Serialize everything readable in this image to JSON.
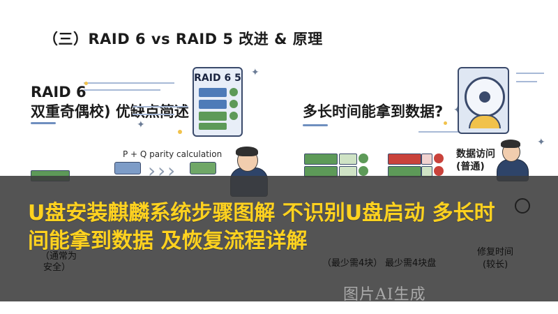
{
  "title": "（三）RAID 6 vs RAID 5 改进 & 原理",
  "left": {
    "heading_line1": "RAID 6",
    "heading_line2": "双重奇偶校) 优缺点简述",
    "server_label": "RAID 6 5",
    "pq_label": "P + Q parity calculation",
    "under_labels": [
      "（通常为",
      "安全）",
      "（最少需4块）"
    ]
  },
  "right": {
    "heading": "多长时间能拿到数据?",
    "side_label_line1": "数据访问",
    "side_label_line2": "(普通)",
    "under_labels": [
      "最少需4块盘",
      "修复时间",
      "(较长)"
    ]
  },
  "banner": {
    "text": "U盘安装麒麟系统步骤图解 不识别U盘启动 多长时间能拿到数据 及恢复流程详解",
    "watermark": "图片AI生成"
  },
  "colors": {
    "overlay": "#3c3c3c",
    "banner_text": "#ffd21f",
    "accent_blue": "#6f8fbf",
    "check_green": "#5d9a58",
    "alert_red": "#c9423b",
    "gauge_yellow": "#f1c24b"
  },
  "icons": [
    "server-icon",
    "hard-disk-icon",
    "check-icon",
    "close-icon",
    "chevron-right-icon",
    "sparkle-icon",
    "person-icon",
    "clock-icon"
  ]
}
